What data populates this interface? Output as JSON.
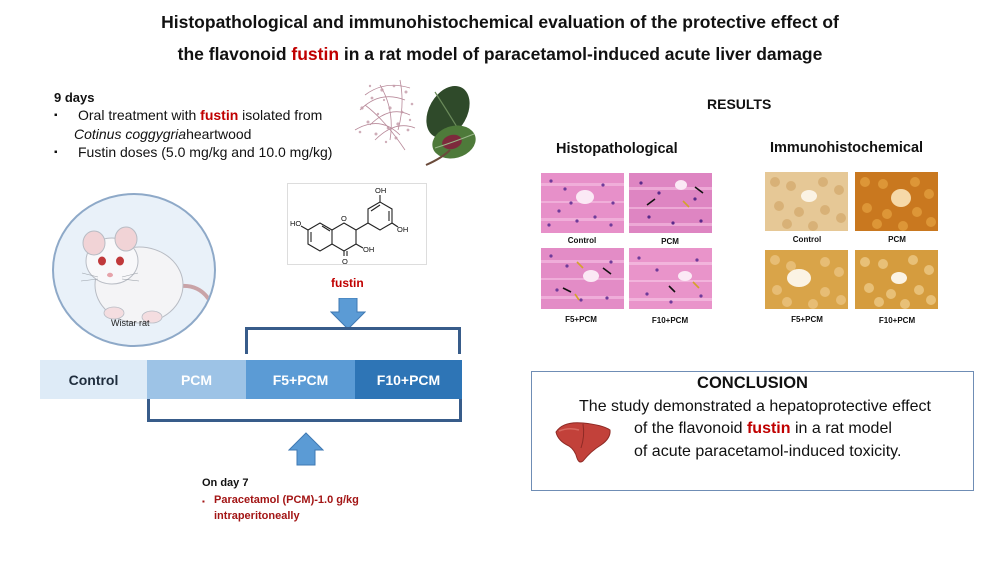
{
  "title": {
    "line1": "Histopathological and immunohistochemical evaluation of the protective effect of",
    "line2_before": "the flavonoid ",
    "line2_highlight": "fustin",
    "line2_after": " in a rat model of paracetamol-induced acute liver damage"
  },
  "treatment": {
    "duration": "9 days",
    "bullet1_before": "Oral treatment with ",
    "bullet1_highlight": "fustin",
    "bullet1_after": " isolated from",
    "bullet1_line2_italic": "Cotinus coggygria",
    "bullet1_line2_rest": " heartwood",
    "bullet2": "Fustin doses  (5.0 mg/kg and 10.0 mg/kg)",
    "bullet_glyph": "▪"
  },
  "animal": {
    "label": "Wistar rat"
  },
  "compound": {
    "label": "fustin",
    "atoms": {
      "ho_left": "HO",
      "oh_top": "OH",
      "oh_right": "OH",
      "oh_bottom": "OH",
      "ring_o": "O",
      "keto_o": "O"
    }
  },
  "groups": [
    {
      "label": "Control"
    },
    {
      "label": "PCM"
    },
    {
      "label": "F5+PCM"
    },
    {
      "label": "F10+PCM"
    }
  ],
  "induction": {
    "day": "On day 7",
    "line1": "Paracetamol (PCM)-1.0 g/kg",
    "line2": "intraperitoneally"
  },
  "results": {
    "title": "RESULTS",
    "histo_title": "Histopathological",
    "immuno_title": "Immunohistochemical",
    "panel_labels": [
      "Control",
      "PCM",
      "F5+PCM",
      "F10+PCM"
    ]
  },
  "conclusion": {
    "title": "CONCLUSION",
    "line1": "The study demonstrated a hepatoprotective effect",
    "line2_before": "of the flavonoid ",
    "line2_highlight": "fustin",
    "line2_after": " in a rat model",
    "line3": "of acute paracetamol-induced toxicity."
  },
  "colors": {
    "accent_red": "#c00000",
    "induction_red": "#a31515",
    "bracket_blue": "#385c8a",
    "arrow_blue": "#5b9bd5",
    "control": "#deebf7",
    "pcm": "#9dc3e6",
    "f5": "#5b9bd5",
    "f10": "#2e75b6",
    "he_pink": "#e58fc8",
    "ihc_brown": "#d49a3c"
  },
  "icons": {
    "rat": "rat-illustration-icon",
    "plant": "cotinus-plant-icon",
    "liver": "liver-icon",
    "arrow_down": "arrow-down-icon",
    "arrow_up": "arrow-up-icon"
  }
}
